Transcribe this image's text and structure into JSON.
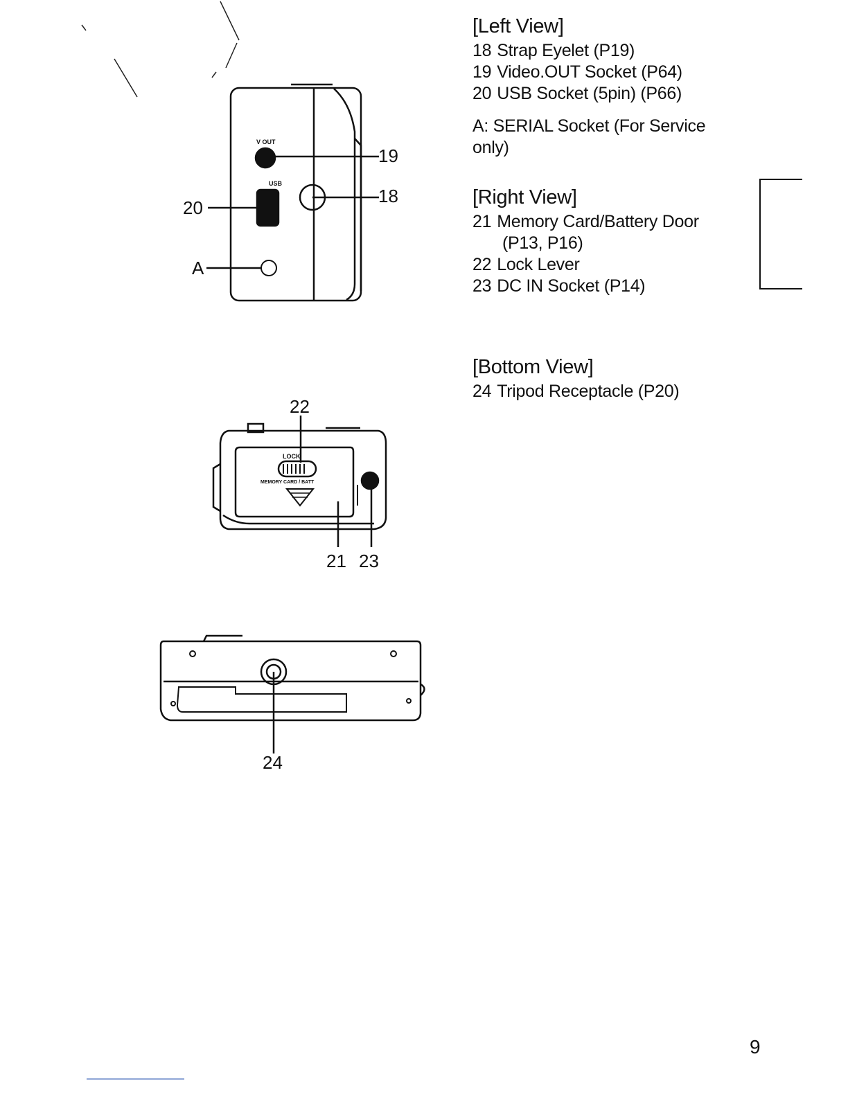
{
  "figures": {
    "left_view": {
      "callouts": [
        "19",
        "18",
        "20",
        "A"
      ],
      "port_labels": {
        "video_out": "V OUT",
        "usb": "USB"
      }
    },
    "right_view": {
      "callouts": [
        "22",
        "21",
        "23"
      ],
      "door_labels": {
        "lock": "LOCK",
        "door": "MEMORY CARD / BATT"
      }
    },
    "bottom_view": {
      "callouts": [
        "24"
      ]
    }
  },
  "sections": {
    "left": {
      "heading": "[Left View]",
      "items": [
        {
          "num": "18",
          "text": "Strap Eyelet (P19)"
        },
        {
          "num": "19",
          "text": "Video.OUT Socket (P64)"
        },
        {
          "num": "20",
          "text": "USB Socket (5pin) (P66)"
        }
      ],
      "note": "A: SERIAL Socket (For Service only)"
    },
    "right": {
      "heading": "[Right View]",
      "items": [
        {
          "num": "21",
          "text": "Memory Card/Battery Door",
          "continuation": "(P13, P16)"
        },
        {
          "num": "22",
          "text": "Lock Lever"
        },
        {
          "num": "23",
          "text": "DC IN Socket (P14)"
        }
      ]
    },
    "bottom": {
      "heading": "[Bottom View]",
      "items": [
        {
          "num": "24",
          "text": "Tripod Receptacle (P20)"
        }
      ]
    }
  },
  "page_number": "9"
}
